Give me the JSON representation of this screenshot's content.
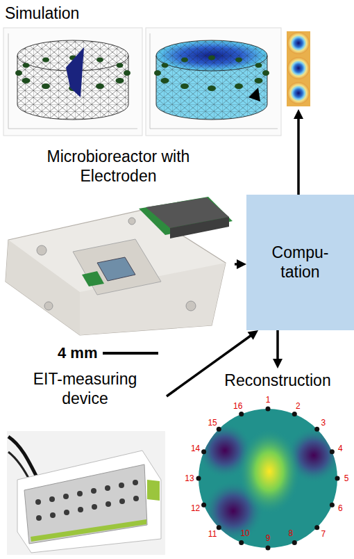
{
  "diagram": {
    "nodes": [
      {
        "text": [
          "Simulation"
        ]
      },
      {
        "text": [
          "Microbioreactor with Electroden"
        ]
      },
      {
        "text": [
          "Compu- tation"
        ]
      },
      {
        "text": [
          "EIT-measuring device"
        ]
      },
      {
        "text": [
          "Reconstruction"
        ]
      }
    ],
    "edges": [
      {
        "from": 1,
        "to": 2,
        "arrow": "to"
      },
      {
        "from": 2,
        "to": 0,
        "arrow": "to"
      },
      {
        "from": 3,
        "to": 2,
        "arrow": "to"
      },
      {
        "from": 2,
        "to": 4,
        "arrow": "to"
      }
    ],
    "labels": [
      "4 mm",
      "1",
      "2",
      "3",
      "4",
      "5",
      "6",
      "7",
      "8",
      "9",
      "10",
      "11",
      "12",
      "13",
      "14",
      "15",
      "16"
    ]
  }
}
